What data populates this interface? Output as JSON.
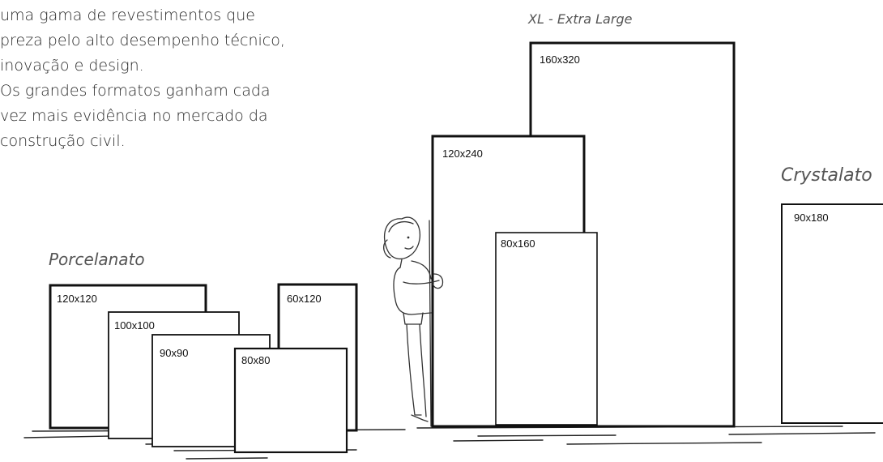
{
  "intro": {
    "lines": [
      "uma gama de revestimentos que",
      "preza pelo alto desempenho técnico,",
      "inovação e design.",
      "Os grandes formatos ganham cada",
      "vez mais evidência no mercado da",
      "construção civil."
    ]
  },
  "groups": {
    "porcelanato": "Porcelanato",
    "xl": "XL - Extra Large",
    "crystalato": "Crystalato"
  },
  "tiles": {
    "t120x120": "120x120",
    "t100x100": "100x100",
    "t90x90": "90x90",
    "t80x80": "80x80",
    "t60x120": "60x120",
    "t160x320": "160x320",
    "t120x240": "120x240",
    "t80x160": "80x160",
    "t90x180": "90x180"
  },
  "figure_icon": "woman-peeking-icon"
}
